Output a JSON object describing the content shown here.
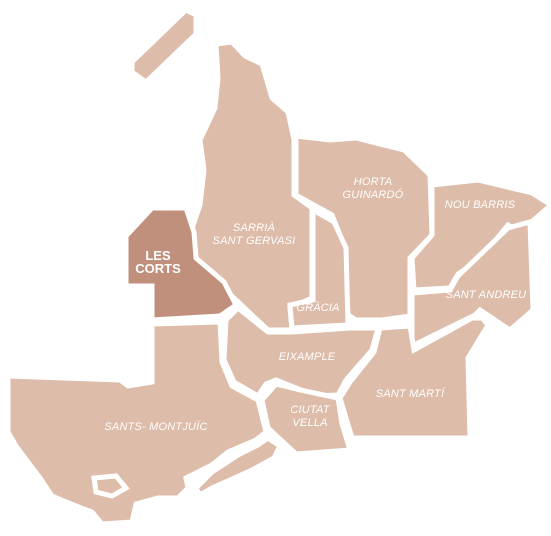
{
  "map": {
    "colors": {
      "district": "#ddbcaa",
      "selected": "#c0907c",
      "border": "#ffffff",
      "label": "#ffffff"
    },
    "selected_district": "les-corts",
    "districts": {
      "les_corts": {
        "line1": "LES",
        "line2": "CORTS"
      },
      "sarria": {
        "line1": "SARRIÀ",
        "line2": "SANT GERVASI"
      },
      "horta": {
        "line1": "HORTA",
        "line2": "GUINARDÓ"
      },
      "nou_barris": {
        "line1": "NOU BARRIS"
      },
      "gracia": {
        "line1": "GRÀCIA"
      },
      "sant_andreu": {
        "line1": "SANT ANDREU"
      },
      "eixample": {
        "line1": "EIXAMPLE"
      },
      "sant_marti": {
        "line1": "SANT MARTÍ"
      },
      "ciutat_vella": {
        "line1": "CIUTAT",
        "line2": "VELLA"
      },
      "sants": {
        "line1": "SANTS- MONTJUÏC"
      }
    }
  }
}
